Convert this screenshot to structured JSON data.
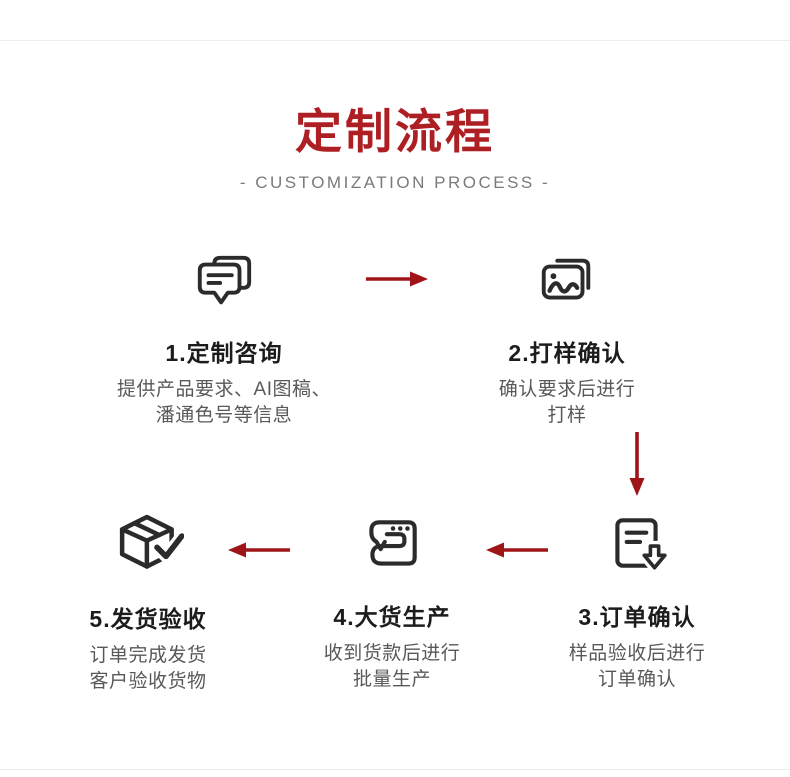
{
  "page": {
    "title": "定制流程",
    "subtitle": "- CUSTOMIZATION PROCESS -"
  },
  "colors": {
    "title-red": "#ae1f24",
    "arrow-red": "#9e1418",
    "icon-ink": "#2b2b2b",
    "step-title-ink": "#1c1c1c",
    "desc-gray": "#595959",
    "subtitle-gray": "#7a7a7a",
    "divider": "#ededed"
  },
  "steps": [
    {
      "title": "1.定制咨询",
      "desc": [
        "提供产品要求、AI图稿、",
        "潘通色号等信息"
      ],
      "icon": "chat-bubbles-icon"
    },
    {
      "title": "2.打样确认",
      "desc": [
        "确认要求后进行",
        "打样"
      ],
      "icon": "photo-sample-icon"
    },
    {
      "title": "3.订单确认",
      "desc": [
        "样品验收后进行",
        "订单确认"
      ],
      "icon": "order-document-download-icon"
    },
    {
      "title": "4.大货生产",
      "desc": [
        "收到货款后进行",
        "批量生产"
      ],
      "icon": "sewing-machine-icon"
    },
    {
      "title": "5.发货验收",
      "desc": [
        "订单完成发货",
        "客户验收货物"
      ],
      "icon": "package-check-icon"
    }
  ],
  "flow_arrows": [
    "step1-to-step2-right",
    "step2-to-step3-down",
    "step3-to-step4-left",
    "step4-to-step5-left"
  ]
}
